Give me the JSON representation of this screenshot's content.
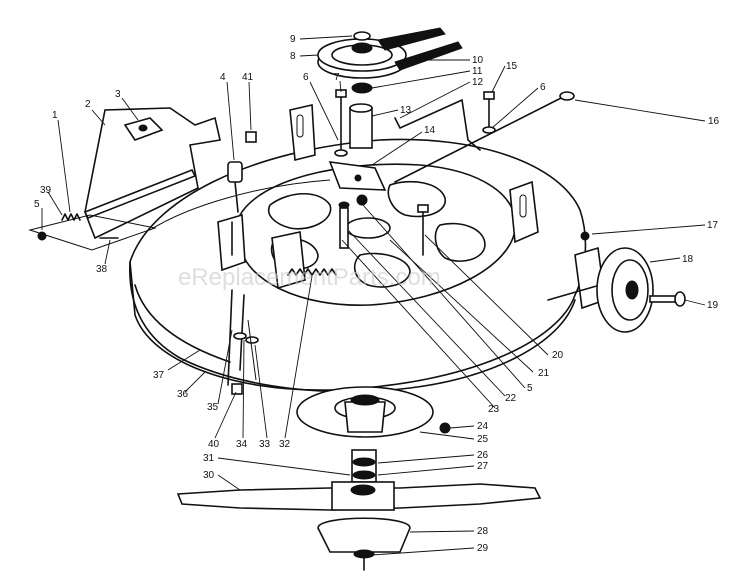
{
  "watermark": "eReplacementParts.com",
  "callouts": [
    {
      "id": "c1",
      "text": "1"
    },
    {
      "id": "c2",
      "text": "2"
    },
    {
      "id": "c3",
      "text": "3"
    },
    {
      "id": "c4",
      "text": "4"
    },
    {
      "id": "c41",
      "text": "41"
    },
    {
      "id": "c5a",
      "text": "5"
    },
    {
      "id": "c39",
      "text": "39"
    },
    {
      "id": "c38",
      "text": "38"
    },
    {
      "id": "c9",
      "text": "9"
    },
    {
      "id": "c8",
      "text": "8"
    },
    {
      "id": "c10",
      "text": "10"
    },
    {
      "id": "c11",
      "text": "11"
    },
    {
      "id": "c12",
      "text": "12"
    },
    {
      "id": "c6a",
      "text": "6"
    },
    {
      "id": "c7",
      "text": "7"
    },
    {
      "id": "c13",
      "text": "13"
    },
    {
      "id": "c14",
      "text": "14"
    },
    {
      "id": "c15",
      "text": "15"
    },
    {
      "id": "c6b",
      "text": "6"
    },
    {
      "id": "c16",
      "text": "16"
    },
    {
      "id": "c17",
      "text": "17"
    },
    {
      "id": "c18",
      "text": "18"
    },
    {
      "id": "c19",
      "text": "19"
    },
    {
      "id": "c20",
      "text": "20"
    },
    {
      "id": "c21",
      "text": "21"
    },
    {
      "id": "c5b",
      "text": "5"
    },
    {
      "id": "c22",
      "text": "22"
    },
    {
      "id": "c23",
      "text": "23"
    },
    {
      "id": "c24",
      "text": "24"
    },
    {
      "id": "c25",
      "text": "25"
    },
    {
      "id": "c26",
      "text": "26"
    },
    {
      "id": "c27",
      "text": "27"
    },
    {
      "id": "c31",
      "text": "31"
    },
    {
      "id": "c30",
      "text": "30"
    },
    {
      "id": "c28",
      "text": "28"
    },
    {
      "id": "c29",
      "text": "29"
    },
    {
      "id": "c37",
      "text": "37"
    },
    {
      "id": "c36",
      "text": "36"
    },
    {
      "id": "c35",
      "text": "35"
    },
    {
      "id": "c40",
      "text": "40"
    },
    {
      "id": "c34",
      "text": "34"
    },
    {
      "id": "c33",
      "text": "33"
    },
    {
      "id": "c32",
      "text": "32"
    }
  ]
}
